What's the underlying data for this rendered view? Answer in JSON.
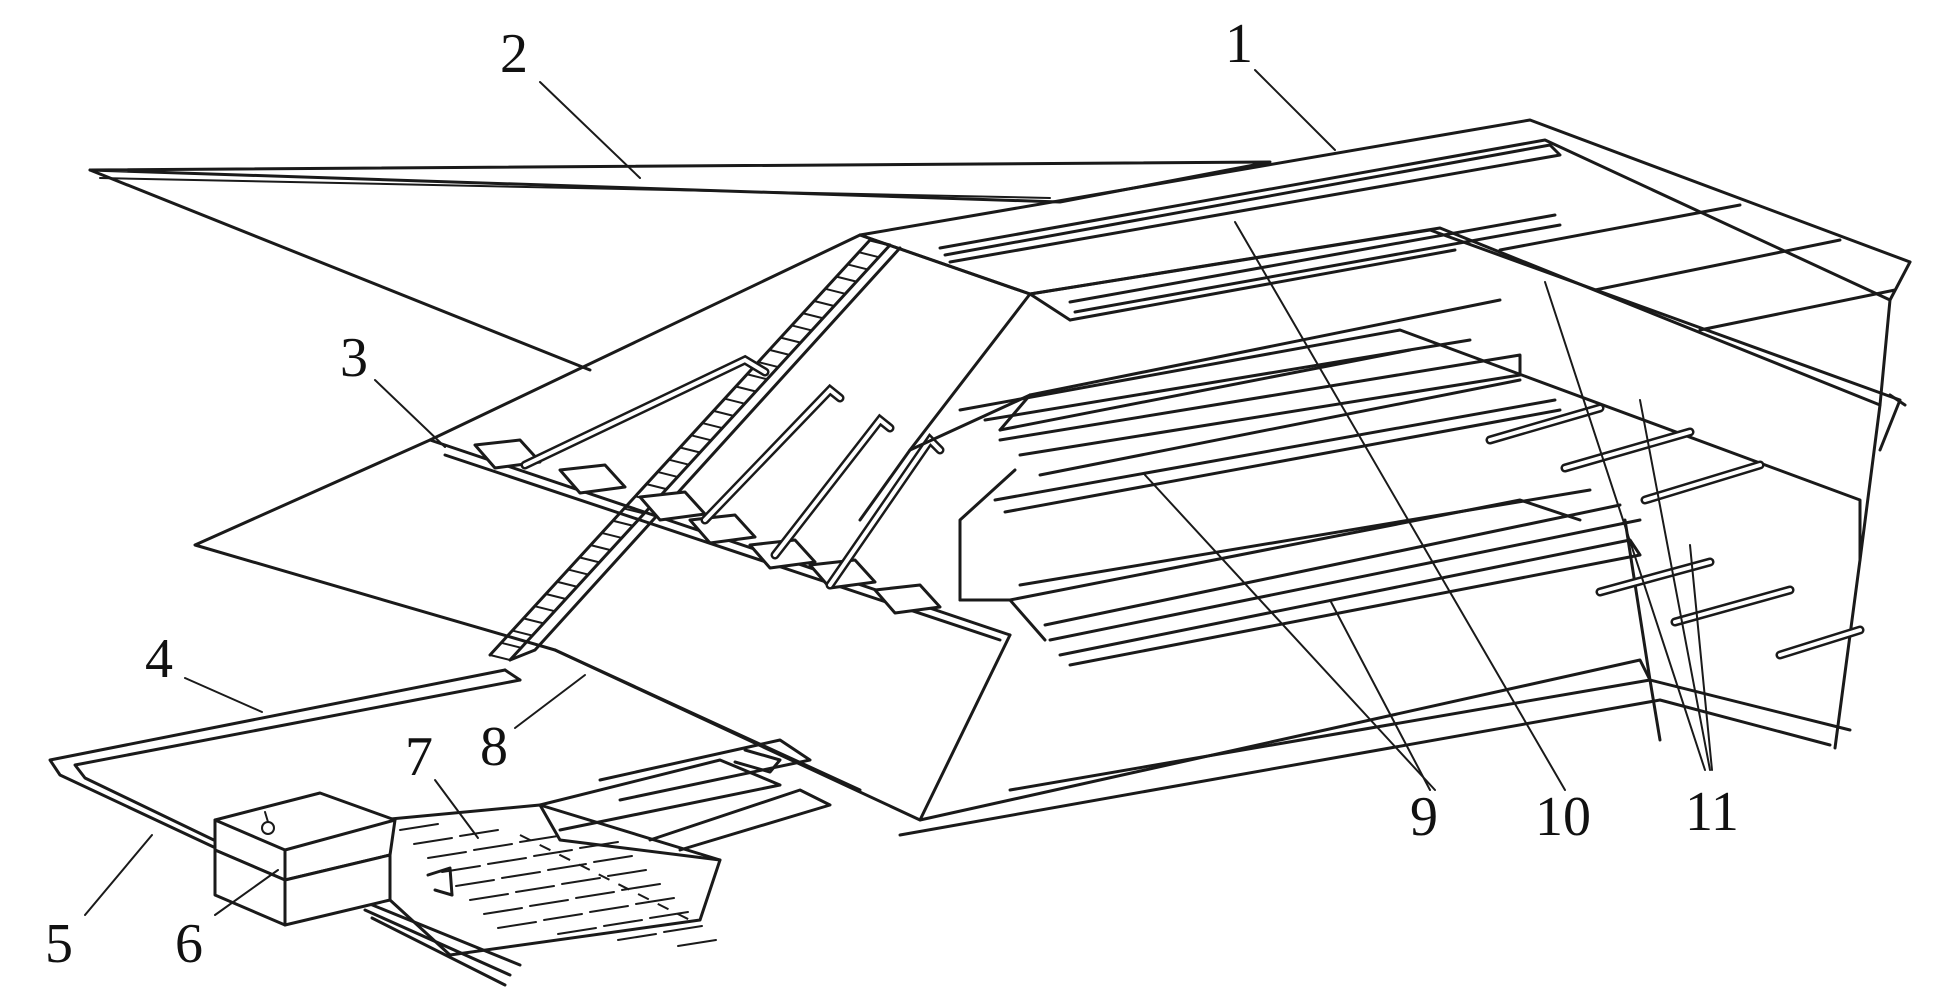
{
  "figure": {
    "labels": {
      "l1": "1",
      "l2": "2",
      "l3": "3",
      "l4": "4",
      "l5": "5",
      "l6": "6",
      "l7": "7",
      "l8": "8",
      "l9": "9",
      "l10": "10",
      "l11": "11"
    },
    "colors": {
      "ink": "#1a1a1a",
      "paper": "#ffffff"
    }
  }
}
